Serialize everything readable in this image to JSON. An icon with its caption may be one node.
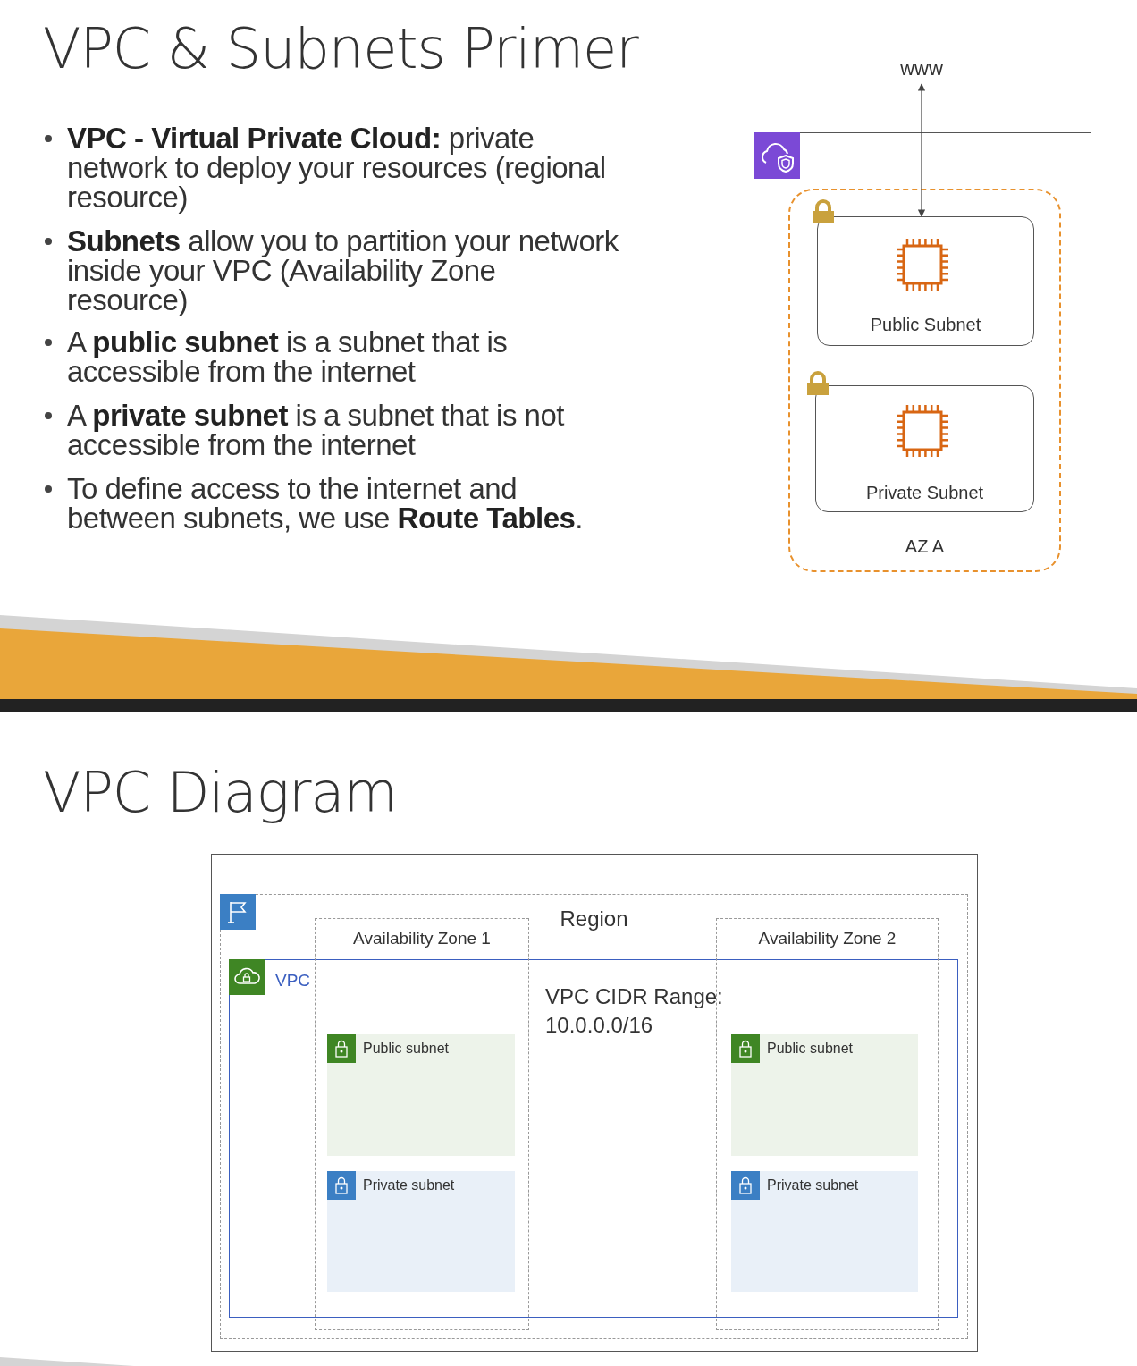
{
  "diagram": {
    "title": "VPC & Subnets Primer",
    "nodes": [
      {
        "text": [
          "www"
        ]
      },
      {
        "text": [],
        "shape": "box"
      },
      {
        "text": [
          "AZ A"
        ],
        "in": 1
      },
      {
        "text": [
          "Public Subnet"
        ],
        "in": 2
      },
      {
        "text": [
          "Private Subnet"
        ],
        "in": 2
      },
      {
        "text": [],
        "shape": "box"
      },
      {
        "text": [
          "Region"
        ],
        "in": 5
      },
      {
        "text": [
          "Availability Zone 1"
        ],
        "in": 6
      },
      {
        "text": [
          "Availability Zone 2"
        ],
        "in": 6
      },
      {
        "text": [
          "VPC",
          "VPC CIDR Range: 10.0.0.0/16"
        ],
        "in": 6
      },
      {
        "text": [
          "Public subnet"
        ],
        "in": 7
      },
      {
        "text": [
          "Private subnet"
        ],
        "in": 7
      },
      {
        "text": [
          "Public subnet"
        ],
        "in": 8
      },
      {
        "text": [
          "Private subnet"
        ],
        "in": 8
      }
    ],
    "edges": [
      {
        "from": 0,
        "to": 3,
        "arrow": "both"
      }
    ],
    "labels": [
      "**VPC - Virtual Private Cloud:** private network to deploy your resources (regional resource)",
      "**Subnets** allow you to partition your network inside your VPC (Availability Zone resource)",
      "A **public subnet** is a subnet that is accessible from the internet",
      "A **private subnet** is a subnet that is not accessible from the internet",
      "To define access to the internet and between subnets, we use **Route Tables**.",
      "VPC Diagram"
    ]
  }
}
